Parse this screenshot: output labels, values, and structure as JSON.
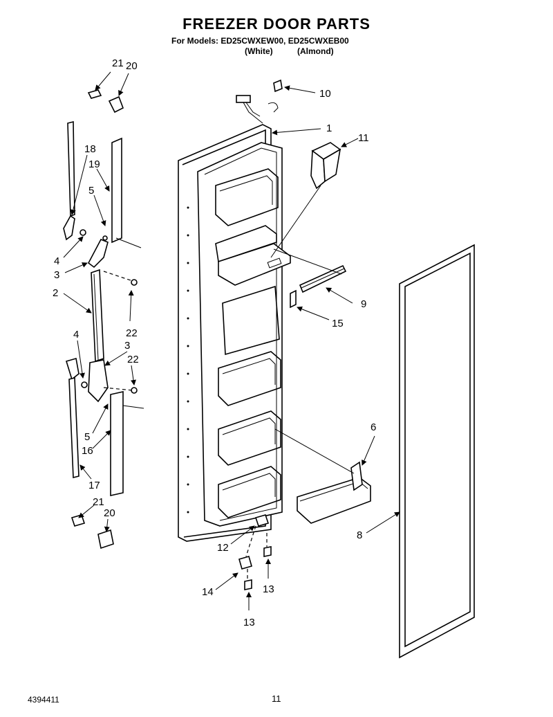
{
  "header": {
    "title": "FREEZER DOOR PARTS",
    "models": "For Models: ED25CWXEW00, ED25CWXEB00",
    "variant_white": "(White)",
    "variant_almond": "(Almond)"
  },
  "callouts": [
    "21",
    "20",
    "10",
    "1",
    "11",
    "18",
    "19",
    "5",
    "4",
    "3",
    "2",
    "22",
    "9",
    "15",
    "4",
    "3",
    "22",
    "6",
    "5",
    "16",
    "17",
    "21",
    "20",
    "12",
    "8",
    "14",
    "13",
    "13"
  ],
  "footer": {
    "doc_number": "4394411",
    "page_number": "11"
  }
}
